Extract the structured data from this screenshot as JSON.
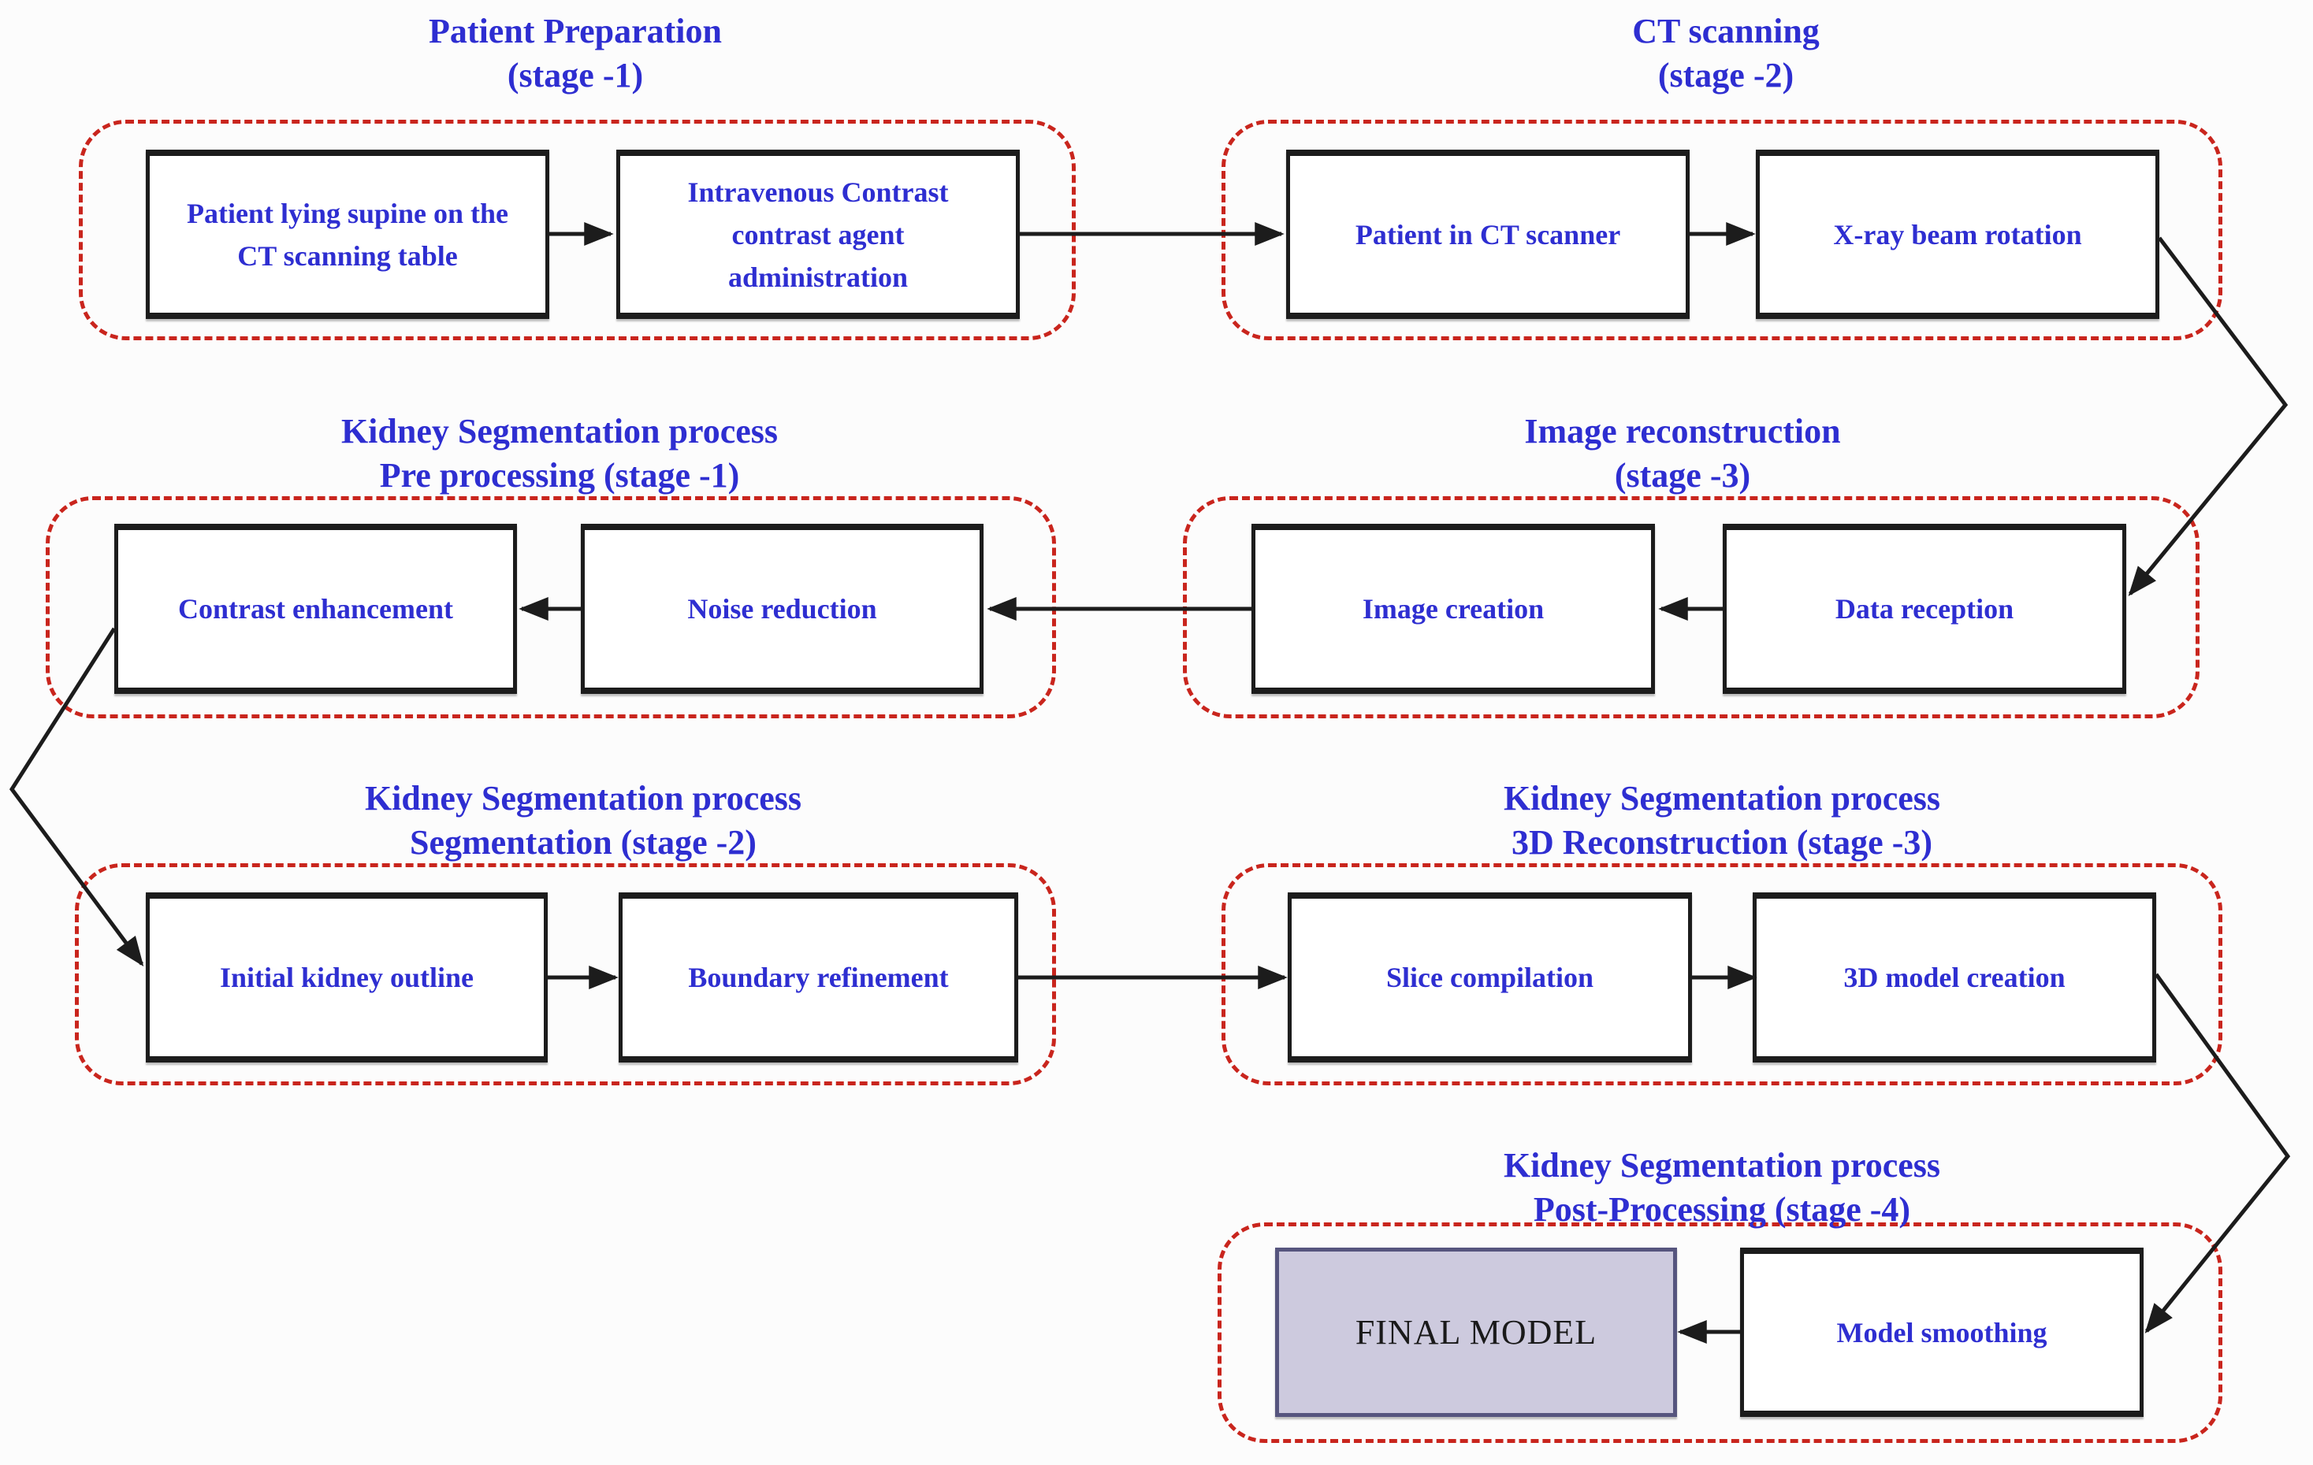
{
  "diagram": {
    "background": "#fcfcfc",
    "colors": {
      "bg": "#fcfcfc",
      "blue": "#2e2ed1",
      "red": "#c9251d",
      "line": "#1c1c1c",
      "arrow": "#1c1c1c",
      "final_fill": "#cdcade",
      "final_border": "#56557e"
    },
    "groups": [
      {
        "name": "patient-preparation",
        "title": [
          "Patient Preparation",
          "(stage -1)"
        ],
        "boxes": [
          {
            "label": "Patient lying supine on the CT scanning table"
          },
          {
            "label": "Intravenous Contrast contrast agent administration"
          }
        ]
      },
      {
        "name": "ct-scanning",
        "title": [
          "CT scanning",
          "(stage -2)"
        ],
        "boxes": [
          {
            "label": "Patient in CT scanner"
          },
          {
            "label": "X-ray beam rotation"
          }
        ]
      },
      {
        "name": "kidney-segmentation-pre-processing",
        "title": [
          "Kidney Segmentation process",
          "Pre processing (stage -1)"
        ],
        "boxes": [
          {
            "label": "Contrast enhancement"
          },
          {
            "label": "Noise reduction"
          }
        ]
      },
      {
        "name": "image-reconstruction",
        "title": [
          "Image reconstruction",
          "(stage -3)"
        ],
        "boxes": [
          {
            "label": "Image creation"
          },
          {
            "label": "Data reception"
          }
        ]
      },
      {
        "name": "kidney-segmentation-segmentation",
        "title": [
          "Kidney Segmentation process",
          "Segmentation (stage -2)"
        ],
        "boxes": [
          {
            "label": "Initial kidney outline"
          },
          {
            "label": "Boundary refinement"
          }
        ]
      },
      {
        "name": "kidney-segmentation-3d-reconstruction",
        "title": [
          "Kidney Segmentation process",
          "3D Reconstruction (stage -3)"
        ],
        "boxes": [
          {
            "label": "Slice compilation"
          },
          {
            "label": "3D model creation"
          }
        ]
      },
      {
        "name": "kidney-segmentation-post-processing",
        "title": [
          "Kidney Segmentation process",
          "Post-Processing (stage -4)"
        ],
        "boxes": [
          {
            "label": "FINAL MODEL",
            "highlight": true
          },
          {
            "label": "Model smoothing"
          }
        ]
      }
    ],
    "flow": [
      {
        "from": "Patient lying supine on the CT scanning table",
        "to": "Intravenous Contrast contrast agent administration"
      },
      {
        "from": "Intravenous Contrast contrast agent administration",
        "to": "Patient in CT scanner"
      },
      {
        "from": "Patient in CT scanner",
        "to": "X-ray beam rotation"
      },
      {
        "from": "X-ray beam rotation",
        "to": "Data reception"
      },
      {
        "from": "Data reception",
        "to": "Image creation"
      },
      {
        "from": "Image creation",
        "to": "Noise reduction"
      },
      {
        "from": "Noise reduction",
        "to": "Contrast enhancement"
      },
      {
        "from": "Contrast enhancement",
        "to": "Initial kidney outline"
      },
      {
        "from": "Initial kidney outline",
        "to": "Boundary refinement"
      },
      {
        "from": "Boundary refinement",
        "to": "Slice compilation"
      },
      {
        "from": "Slice compilation",
        "to": "3D model creation"
      },
      {
        "from": "3D model creation",
        "to": "Model smoothing"
      },
      {
        "from": "Model smoothing",
        "to": "FINAL MODEL"
      }
    ]
  }
}
